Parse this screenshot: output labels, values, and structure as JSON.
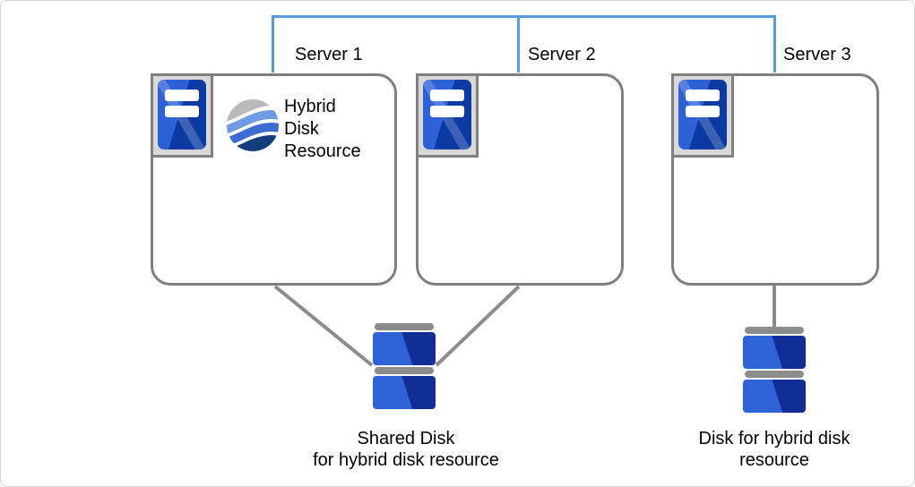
{
  "servers": [
    {
      "label": "Server 1"
    },
    {
      "label": "Server 2"
    },
    {
      "label": "Server 3"
    }
  ],
  "hybrid_resource": {
    "lines": [
      "Hybrid",
      "Disk",
      "Resource"
    ]
  },
  "shared_disk": {
    "lines": [
      "Shared Disk",
      "for hybrid disk resource"
    ]
  },
  "hybrid_disk": {
    "lines": [
      "Disk for hybrid disk",
      "resource"
    ]
  },
  "icons": {
    "server": "server-tower-icon",
    "hybrid_resource": "hybrid-disk-resource-sphere-icon",
    "shared_disk": "shared-disk-stack-icon",
    "hybrid_disk": "hybrid-disk-stack-icon",
    "network": "heartbeat-network-line",
    "disk_link": "disk-connection-line"
  },
  "colors": {
    "network_blue": "#5B9BD5",
    "link_gray": "#8C8C8C",
    "box_border_gray": "#7F7F7F",
    "icon_frame_gray": "#D9D9D9",
    "server_blue_light": "#2E60D6",
    "server_blue_dark": "#0C3AA3",
    "disk_blue_light": "#2E62D6",
    "disk_blue_dark": "#112E97",
    "sphere_gray": "#B9B9B9",
    "sphere_blue_light": "#6E9BE3",
    "sphere_blue_mid": "#3D6BD2",
    "sphere_blue_dark": "#133D7C",
    "text": "#000000"
  }
}
